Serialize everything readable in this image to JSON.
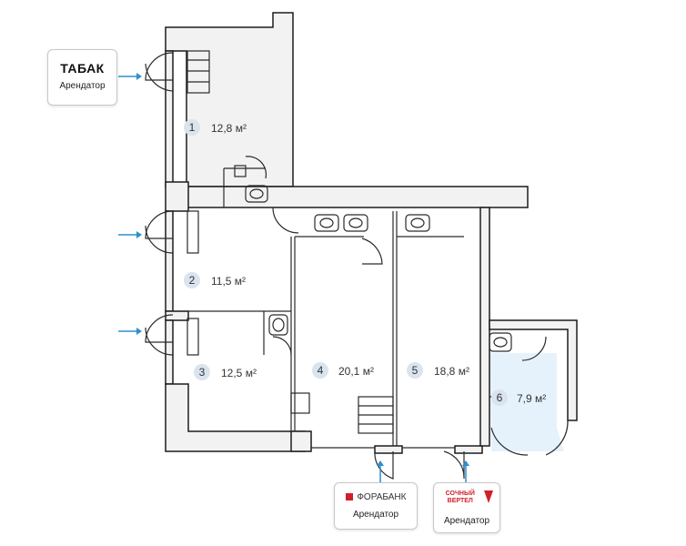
{
  "rooms": [
    {
      "num": "1",
      "area": "12,8 м²"
    },
    {
      "num": "2",
      "area": "11,5 м²"
    },
    {
      "num": "3",
      "area": "12,5 м²"
    },
    {
      "num": "4",
      "area": "20,1 м²"
    },
    {
      "num": "5",
      "area": "18,8 м²"
    },
    {
      "num": "6",
      "area": "7,9 м²"
    }
  ],
  "tenants": [
    {
      "brand": "ТАБАК",
      "role": "Арендатор"
    },
    {
      "brand": "ФОРАБАНК",
      "role": "Арендатор"
    },
    {
      "brand": "СОЧНЫЙ ВЕРТЕЛ",
      "role": "Арендатор"
    }
  ],
  "colors": {
    "accent": "#2f8fd0",
    "room6_fill": "#e6f2fb",
    "bank_red": "#d0202a"
  }
}
